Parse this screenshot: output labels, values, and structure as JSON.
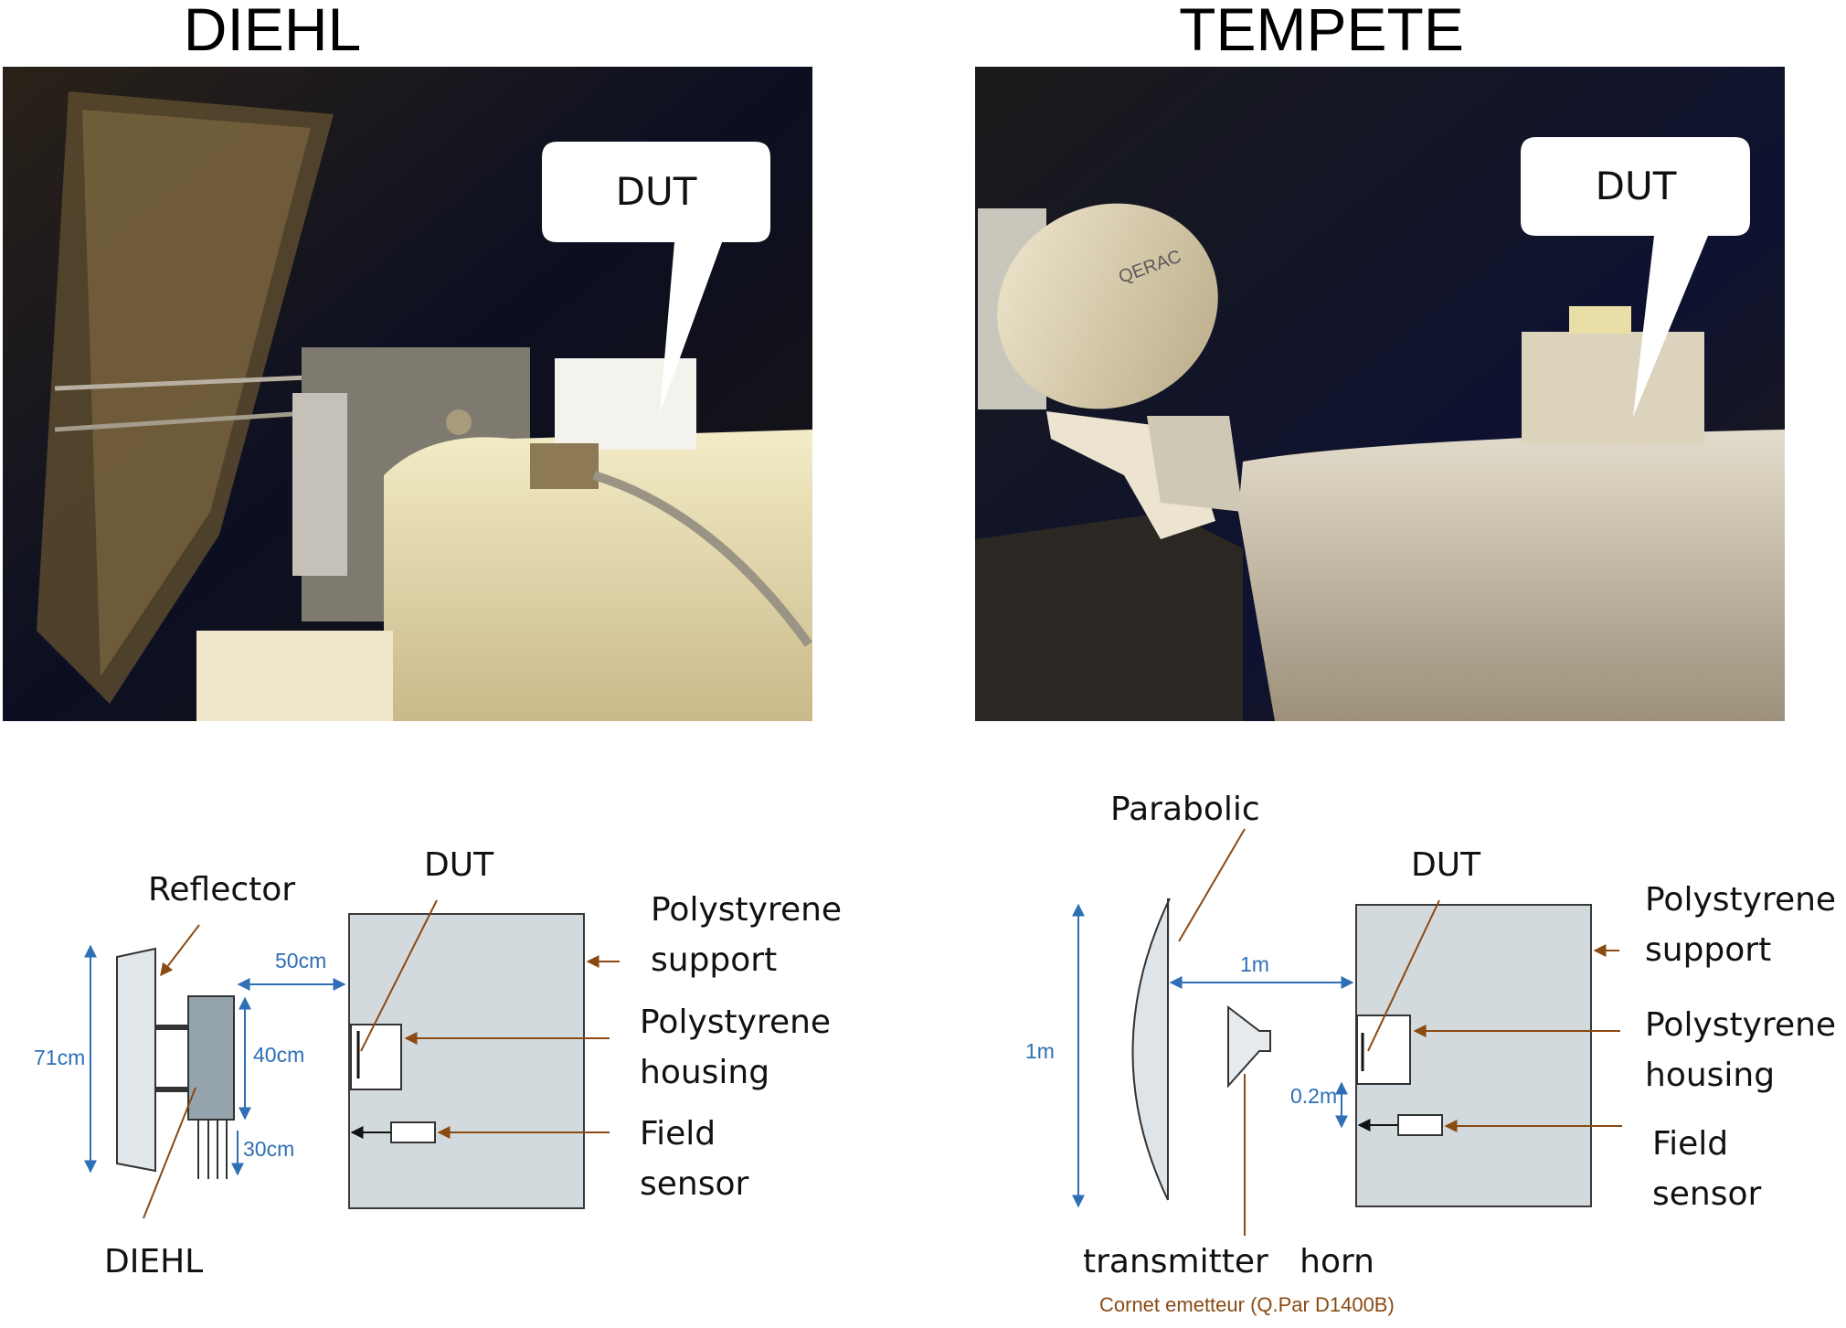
{
  "titles": {
    "left": "DIEHL",
    "right": "TEMPETE"
  },
  "photos": {
    "left": {
      "callout": "DUT"
    },
    "right": {
      "callout": "DUT"
    }
  },
  "diagram_left": {
    "labels": {
      "reflector": "Reflector",
      "dut": "DUT",
      "support_line1": "Polystyrene",
      "support_line2": "support",
      "housing_line1": "Polystyrene",
      "housing_line2": "housing",
      "sensor_line1": "Field",
      "sensor_line2": "sensor",
      "source": "DIEHL"
    },
    "dimensions": {
      "height": "71cm",
      "distance": "50cm",
      "offset_upper": "40cm",
      "offset_lower": "30cm"
    }
  },
  "diagram_right": {
    "labels": {
      "parabolic": "Parabolic",
      "dut": "DUT",
      "support_line1": "Polystyrene",
      "support_line2": "support",
      "housing_line1": "Polystyrene",
      "housing_line2": "housing",
      "sensor_line1": "Field",
      "sensor_line2": "sensor",
      "horn": "transmitter   horn",
      "caption": "Cornet emetteur (Q.Par D1400B)"
    },
    "dimensions": {
      "height": "1m",
      "distance": "1m",
      "offset": "0.2m"
    }
  },
  "colors": {
    "dimension": "#2e6fb5",
    "leader": "#8a4a12",
    "box_fill": "#d3dadd",
    "box_stroke": "#3a3a3a"
  }
}
